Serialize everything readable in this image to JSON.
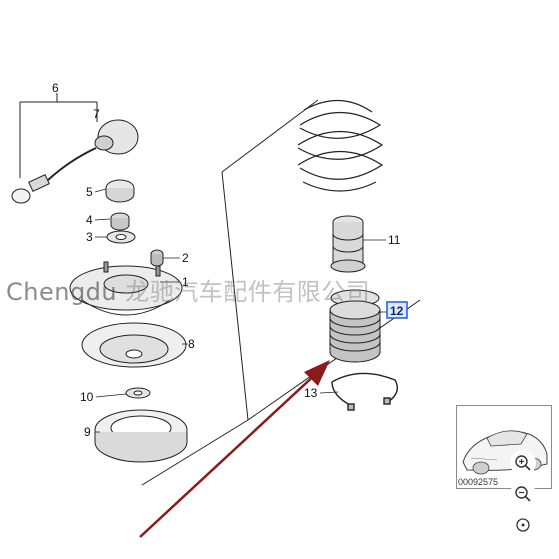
{
  "watermark": {
    "latin": "Chengdu",
    "cjk": "龙驰汽车配件有限公司"
  },
  "callouts": [
    "6",
    "7",
    "5",
    "4",
    "3",
    "2",
    "1",
    "8",
    "10",
    "9",
    "11",
    "12",
    "13"
  ],
  "highlighted_callout": "12",
  "thumbnail": {
    "id": "00092575"
  },
  "zoom_controls": [
    {
      "name": "zoom-in-button",
      "icon": "zoom-in-icon"
    },
    {
      "name": "zoom-out-button",
      "icon": "zoom-out-icon"
    },
    {
      "name": "reset-view-button",
      "icon": "target-icon"
    }
  ],
  "colors": {
    "arrow": "#8b1a1a",
    "highlight_box": "#2b66d9",
    "line": "#222222"
  }
}
